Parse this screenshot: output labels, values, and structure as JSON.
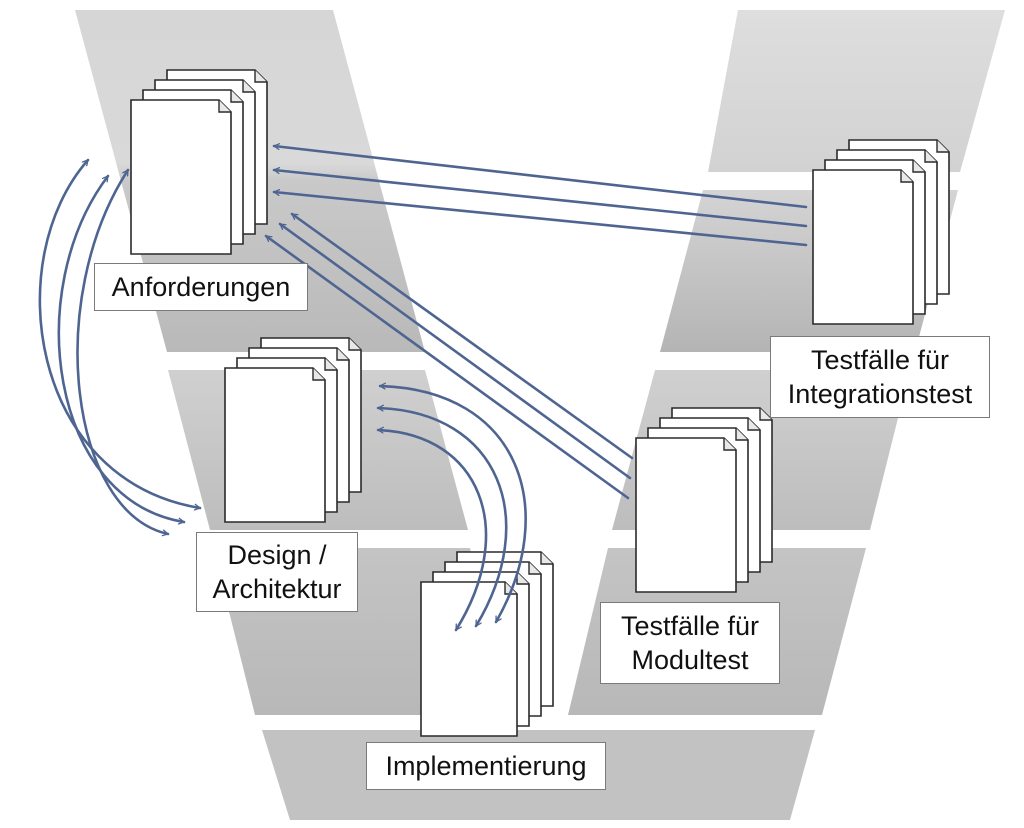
{
  "colors": {
    "band_light": "#dcdcdc",
    "band_medium": "#c8c8c8",
    "band_dark": "#b8b8b8",
    "arrow": "#4f6591",
    "doc_fill": "#ffffff",
    "doc_stroke": "#2a2a2a"
  },
  "labels": {
    "anforderungen": {
      "line1": "Anforderungen"
    },
    "design": {
      "line1": "Design /",
      "line2": "Architektur"
    },
    "implementierung": {
      "line1": "Implementierung"
    },
    "testfaelle_modul": {
      "line1": "Testfälle für",
      "line2": "Modultest"
    },
    "testfaelle_integration": {
      "line1": "Testfälle für",
      "line2": "Integrationstest"
    }
  },
  "icons": {
    "document_stack": "document-stack-icon"
  }
}
